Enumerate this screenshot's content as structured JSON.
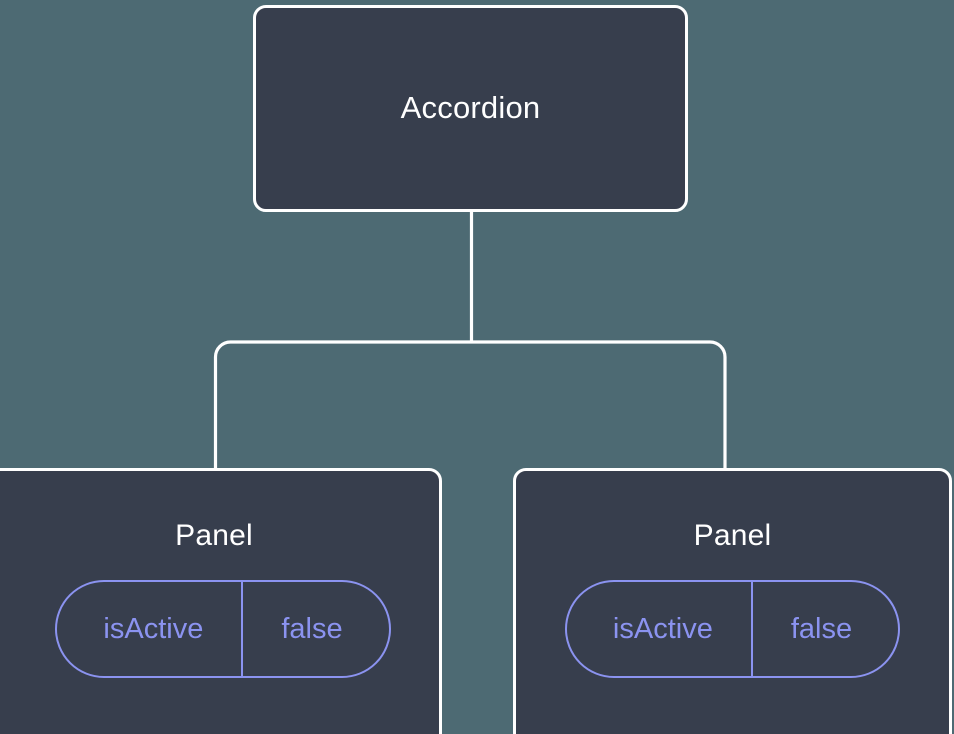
{
  "diagram": {
    "type": "component-tree",
    "background_color": "#4d6a73",
    "node_fill_color": "#373e4d",
    "node_border_color": "#ffffff",
    "connector_color": "#ffffff",
    "prop_accent_color": "#8b93f0",
    "root": {
      "title": "Accordion"
    },
    "children": [
      {
        "title": "Panel",
        "props": [
          {
            "name": "isActive",
            "value": "false"
          }
        ]
      },
      {
        "title": "Panel",
        "props": [
          {
            "name": "isActive",
            "value": "false"
          }
        ]
      }
    ]
  }
}
